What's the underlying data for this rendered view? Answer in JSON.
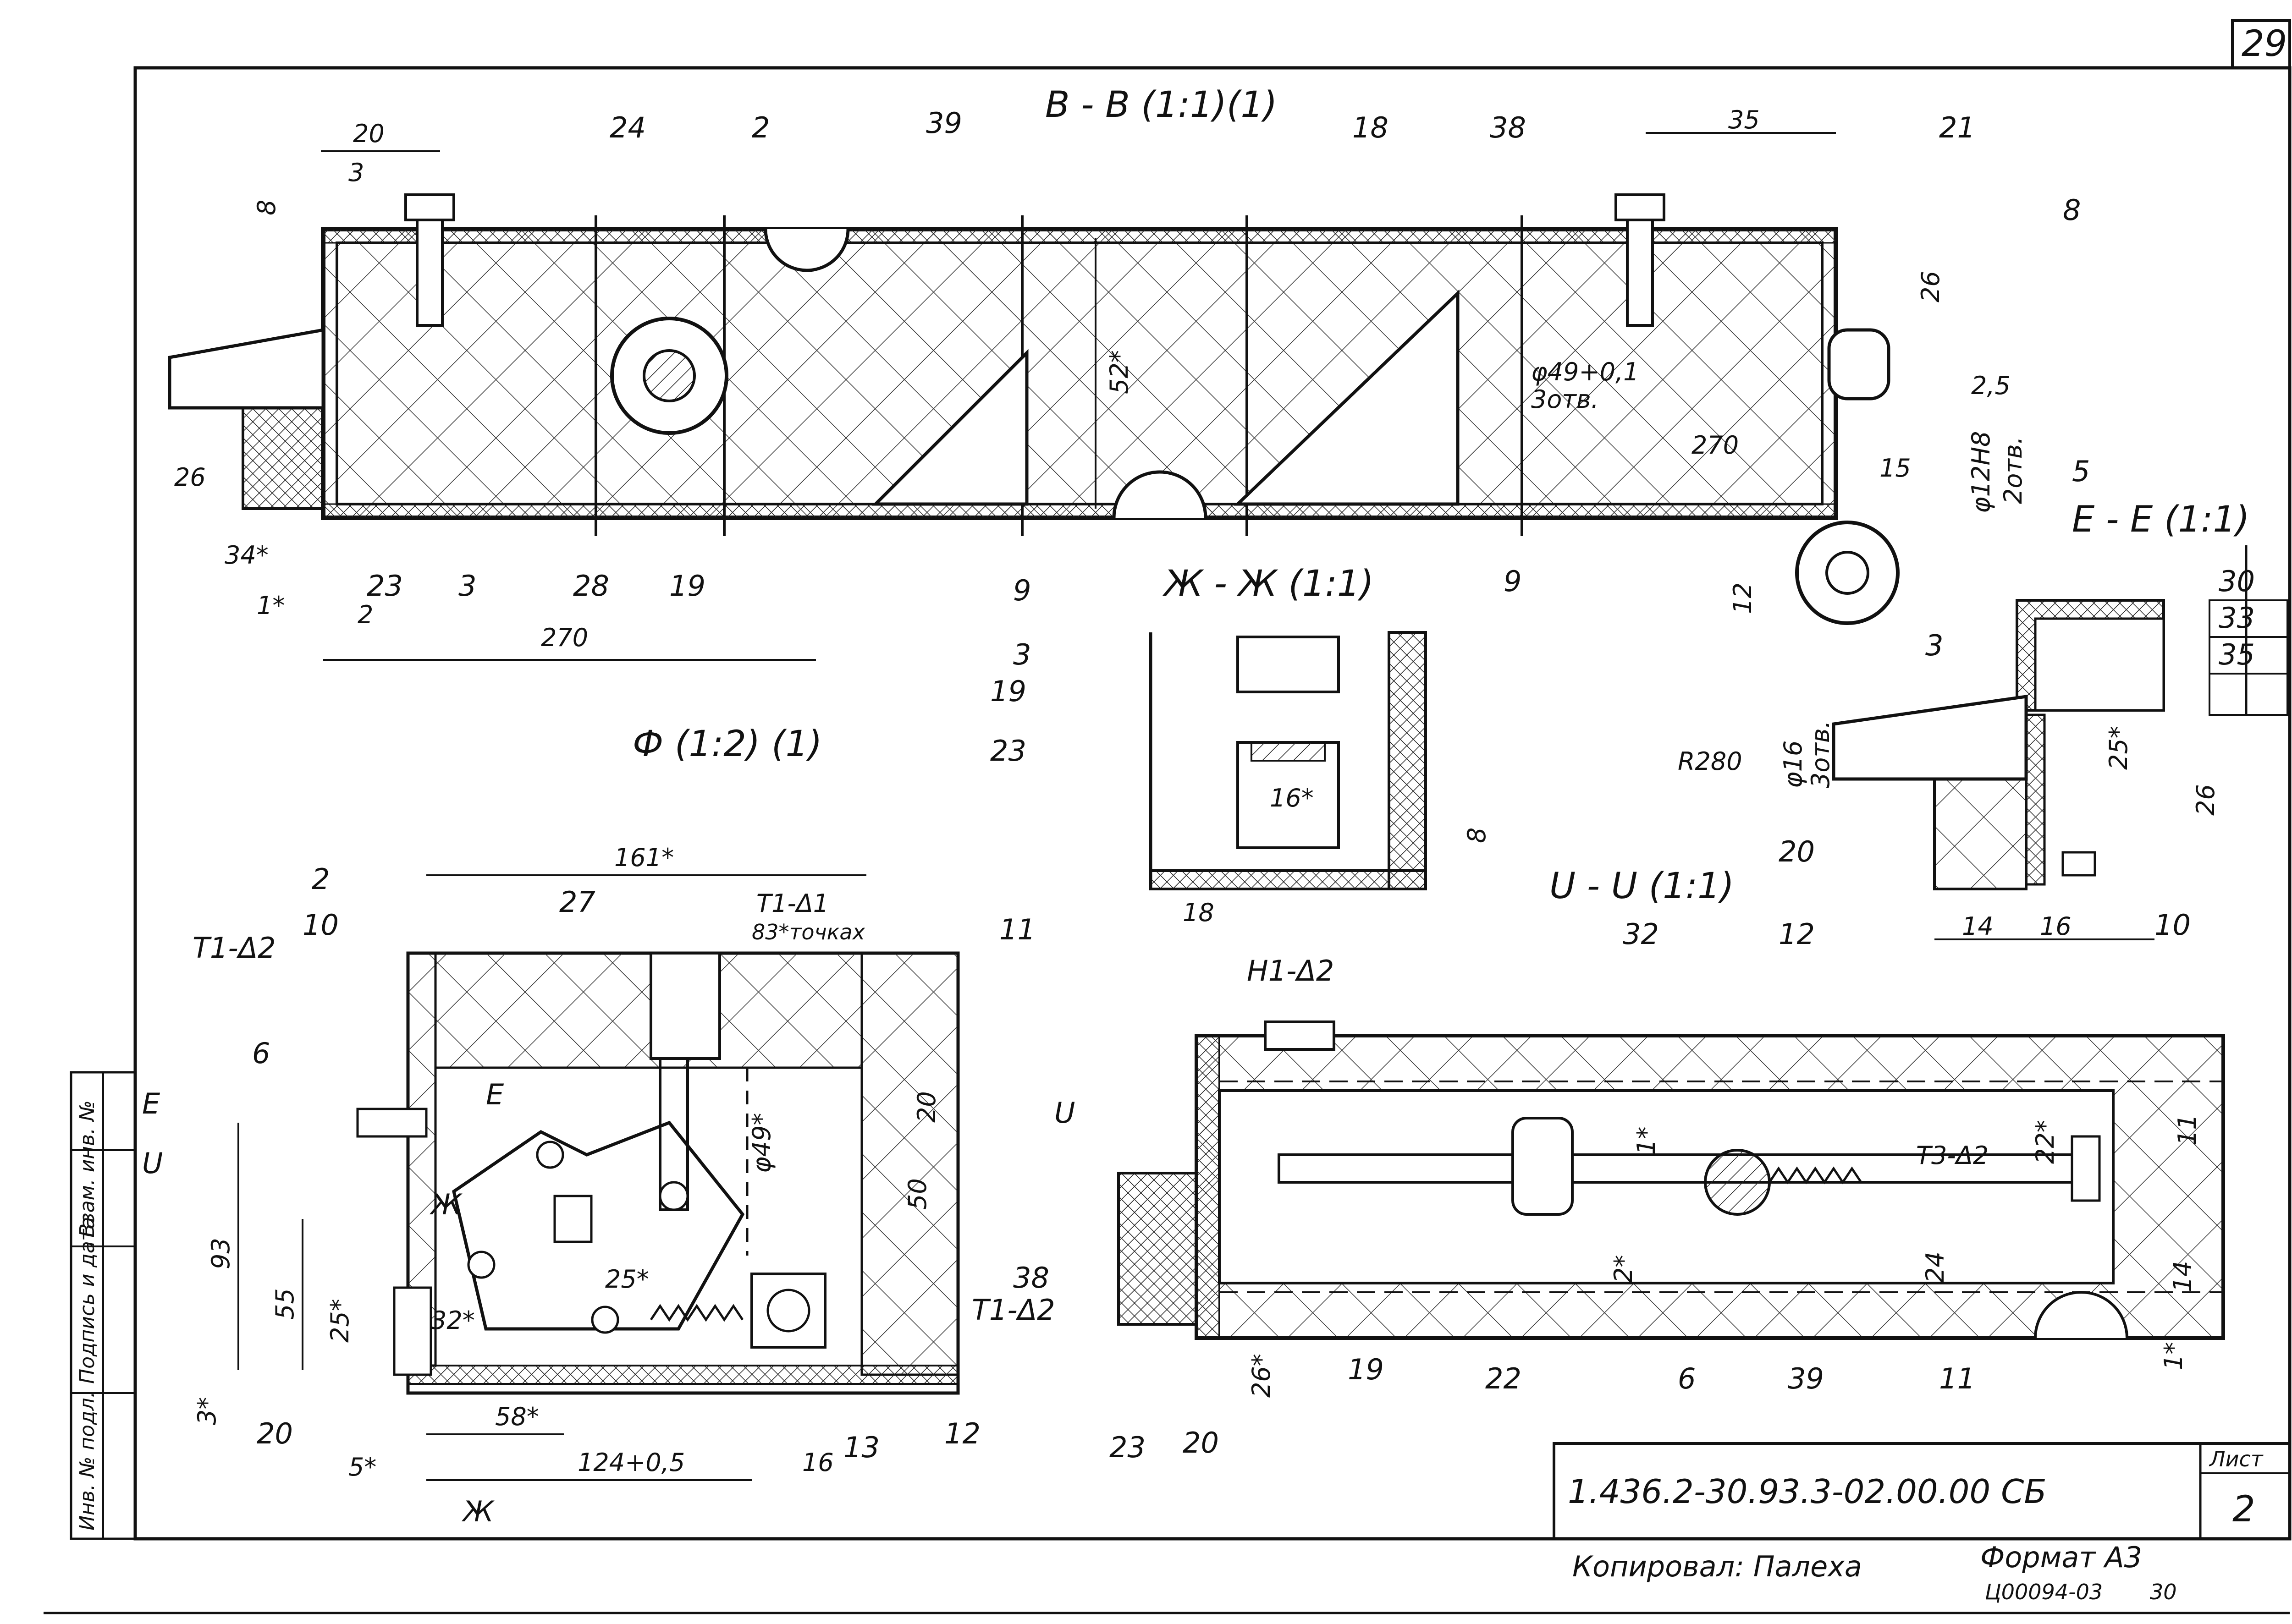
{
  "sheet_number": "29",
  "drawing_code": "1.436.2-30.93.3-02.00.00 СБ",
  "list_label": "Лист",
  "list_number": "2",
  "copied_by": "Копировал: Палеха",
  "format": "Формат А3",
  "inventory": "Ц00094-03",
  "inventory_page": "30",
  "stamp_columns": [
    "Инв. № подл.",
    "Подпись и дата",
    "Взам. инв. №"
  ],
  "views": {
    "section_bb": "B - B (1:1)(1)",
    "section_zhzh": "Ж - Ж (1:1)",
    "view_f": "Ф (1:2) (1)",
    "section_ee": "E - E (1:1)",
    "section_uu": "U - U (1:1)"
  },
  "bb": {
    "labels": [
      "20",
      "3",
      "24",
      "2",
      "39",
      "18",
      "38",
      "35",
      "21",
      "8",
      "26",
      "23",
      "3",
      "28",
      "19",
      "9",
      "9",
      "5",
      "34*",
      "1*",
      "2",
      "270",
      "8",
      "52*",
      "φ49+0,1",
      "3отв.",
      "270",
      "2,5",
      "15",
      "φ12H8",
      "2отв.",
      "12"
    ],
    "left_26": "26"
  },
  "zhzh": {
    "labels": [
      "3",
      "19",
      "23",
      "16*",
      "8",
      "18"
    ]
  },
  "ee": {
    "labels": [
      "30",
      "33",
      "35",
      "3",
      "R280",
      "φ16",
      "3отв.",
      "25*",
      "26",
      "20",
      "14",
      "16"
    ]
  },
  "f": {
    "labels": [
      "161*",
      "2",
      "T1-Δ2",
      "10",
      "27",
      "T1-Δ1",
      "83*точках",
      "11",
      "6",
      "E",
      "E",
      "U",
      "U",
      "Ж",
      "φ49*",
      "20",
      "50",
      "93",
      "55",
      "25*",
      "32*",
      "25*",
      "38",
      "T1-Δ2",
      "3*",
      "20",
      "58*",
      "5*",
      "124+0,5",
      "13",
      "12",
      "23",
      "16",
      "Ж"
    ]
  },
  "uu": {
    "labels": [
      "H1-Δ2",
      "32",
      "12",
      "10",
      "T3-Δ2",
      "1*",
      "22*",
      "11",
      "14",
      "2*",
      "24",
      "1*",
      "26*",
      "19",
      "22",
      "6",
      "39",
      "11",
      "20"
    ]
  }
}
